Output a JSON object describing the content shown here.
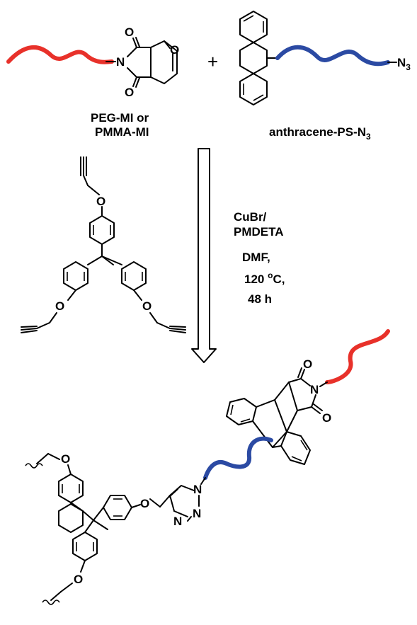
{
  "reactants": {
    "left_name_line1": "PEG-MI  or",
    "left_name_line2": "PMMA-MI",
    "right_name": "anthracene-PS-N",
    "right_name_sub": "3",
    "plus": "+"
  },
  "conditions": {
    "line1": "CuBr/",
    "line2": "PMDETA",
    "line3": "DMF,",
    "line4": "120 ",
    "line4_sup": "o",
    "line4_end": "C,",
    "line5": "48 h"
  },
  "atoms": {
    "O": "O",
    "N": "N",
    "N3": "N",
    "N3_sub": "3"
  },
  "colors": {
    "peg_chain": "#e8312a",
    "ps_chain": "#2b4aa3",
    "bond": "#000000"
  }
}
